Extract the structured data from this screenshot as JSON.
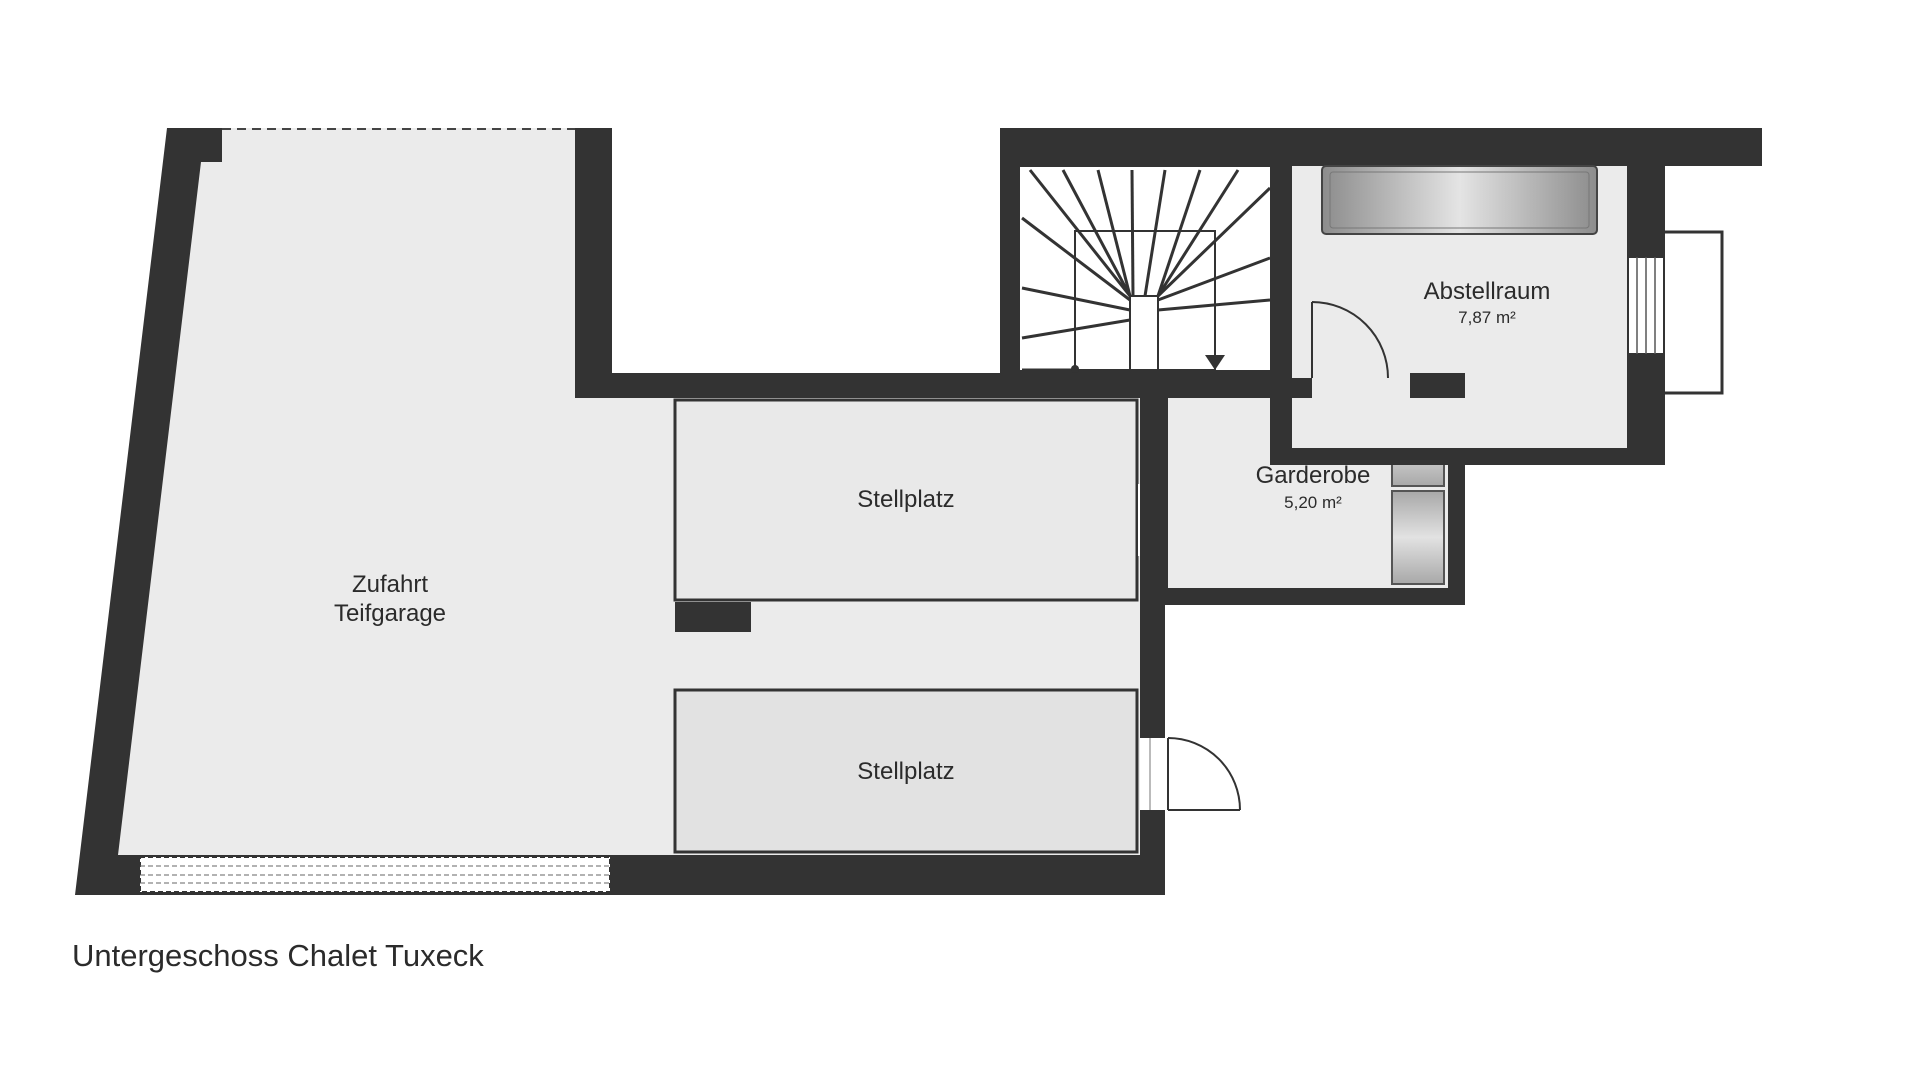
{
  "caption": "Untergeschoss Chalet Tuxeck",
  "rooms": {
    "zufahrt": {
      "name_line1": "Zufahrt",
      "name_line2": "Teifgarage"
    },
    "stellplatz_upper": {
      "name": "Stellplatz"
    },
    "stellplatz_lower": {
      "name": "Stellplatz"
    },
    "garderobe": {
      "name": "Garderobe",
      "area": "5,20 m²"
    },
    "abstellraum": {
      "name": "Abstellraum",
      "area": "7,87 m²"
    }
  },
  "colors": {
    "wall": "#333333",
    "floor": "#ebebeb",
    "background": "#ffffff",
    "text": "#2b2b2b"
  }
}
